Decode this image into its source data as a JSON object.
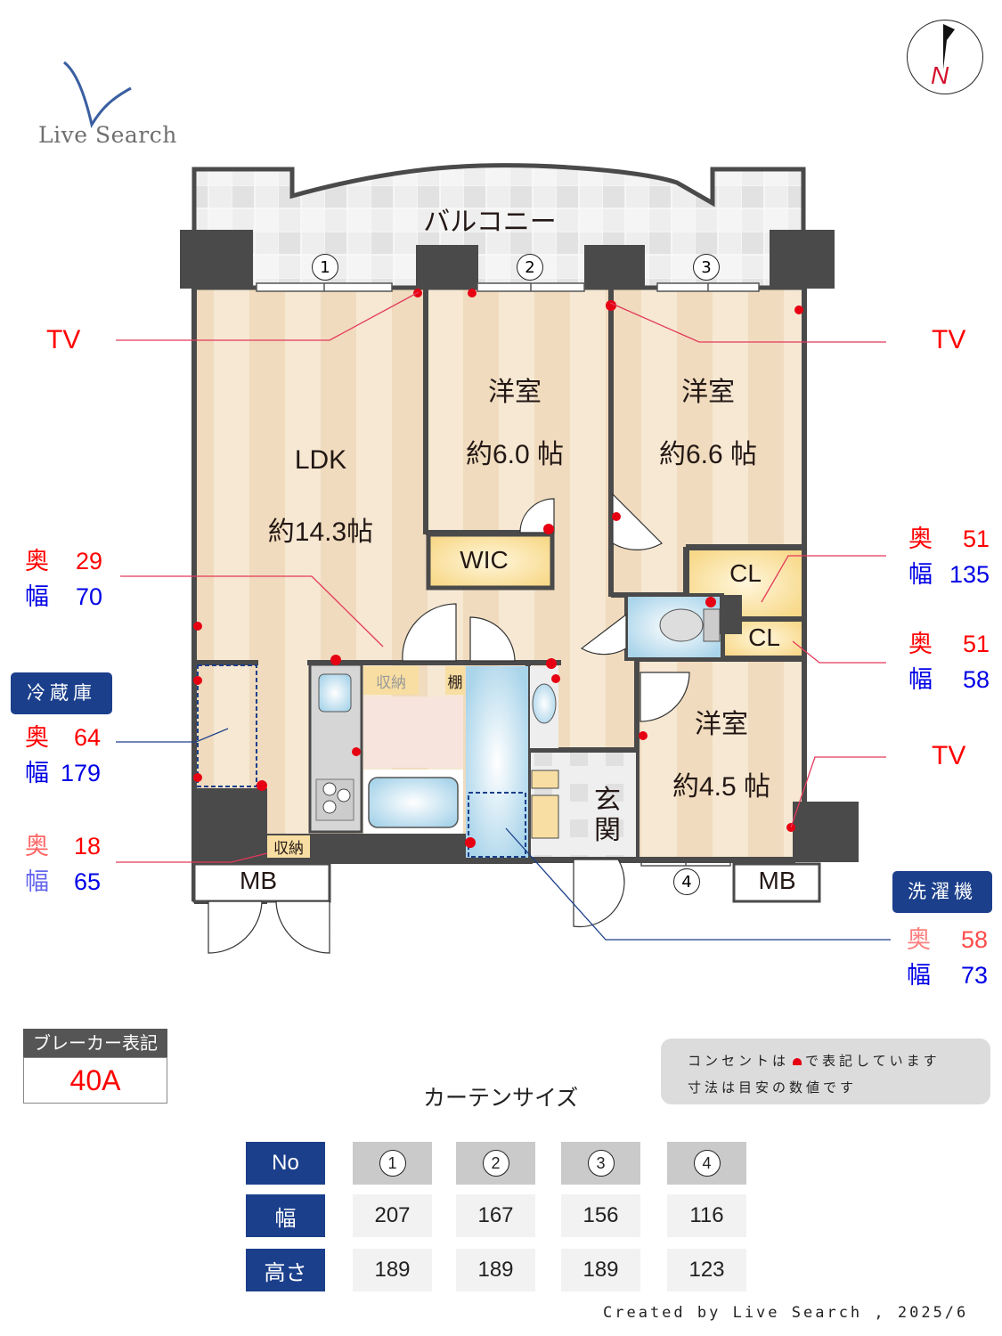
{
  "logo": {
    "text": "Live Search"
  },
  "compass": {
    "label": "N"
  },
  "balcony": {
    "label": "バルコニー",
    "windows": [
      "1",
      "2",
      "3"
    ]
  },
  "rooms": {
    "ldk": {
      "name": "LDK",
      "size": "約14.3帖"
    },
    "western1": {
      "name": "洋室",
      "size": "約6.0 帖"
    },
    "western2": {
      "name": "洋室",
      "size": "約6.6 帖"
    },
    "western3": {
      "name": "洋室",
      "size": "約4.5 帖"
    },
    "wic": {
      "name": "WIC"
    },
    "cl1": {
      "name": "CL"
    },
    "cl2": {
      "name": "CL"
    },
    "storage1": {
      "name": "収納"
    },
    "shelf": {
      "name": "棚"
    },
    "storage2": {
      "name": "収納"
    },
    "entrance": {
      "name": "玄関"
    },
    "mb1": {
      "name": "MB"
    },
    "mb2": {
      "name": "MB"
    },
    "window4": {
      "label": "4"
    }
  },
  "callouts": {
    "tv_left": "TV",
    "tv_right_top": "TV",
    "tv_right_bottom": "TV",
    "storage_ldk": {
      "depth_label": "奥",
      "depth": "29",
      "width_label": "幅",
      "width": "70"
    },
    "fridge": {
      "badge": "冷蔵庫",
      "depth_label": "奥",
      "depth": "64",
      "width_label": "幅",
      "width": "179"
    },
    "storage_entry": {
      "depth_label": "奥",
      "depth": "18",
      "width_label": "幅",
      "width": "65"
    },
    "cl_large": {
      "depth_label": "奥",
      "depth": "51",
      "width_label": "幅",
      "width": "135"
    },
    "cl_small": {
      "depth_label": "奥",
      "depth": "51",
      "width_label": "幅",
      "width": "58"
    },
    "washer": {
      "badge": "洗濯機",
      "depth_label": "奥",
      "depth": "58",
      "width_label": "幅",
      "width": "73"
    }
  },
  "breaker": {
    "title": "ブレーカー表記",
    "value": "40A"
  },
  "notes": {
    "line1_a": "コンセントは",
    "line1_b": "で表記しています",
    "line2": "寸法は目安の数値です"
  },
  "curtain": {
    "title": "カーテンサイズ",
    "row_headers": [
      "No",
      "幅",
      "高さ"
    ],
    "numbers": [
      "1",
      "2",
      "3",
      "4"
    ],
    "widths": [
      "207",
      "167",
      "156",
      "116"
    ],
    "heights": [
      "189",
      "189",
      "189",
      "123"
    ]
  },
  "footer": {
    "text": "Created by Live Search , 2025/6"
  },
  "colors": {
    "accent_blue": "#1b3f8b",
    "outlet_red": "#e60012",
    "wall": "#4a4a4a",
    "floor": "#f5e6cf"
  }
}
